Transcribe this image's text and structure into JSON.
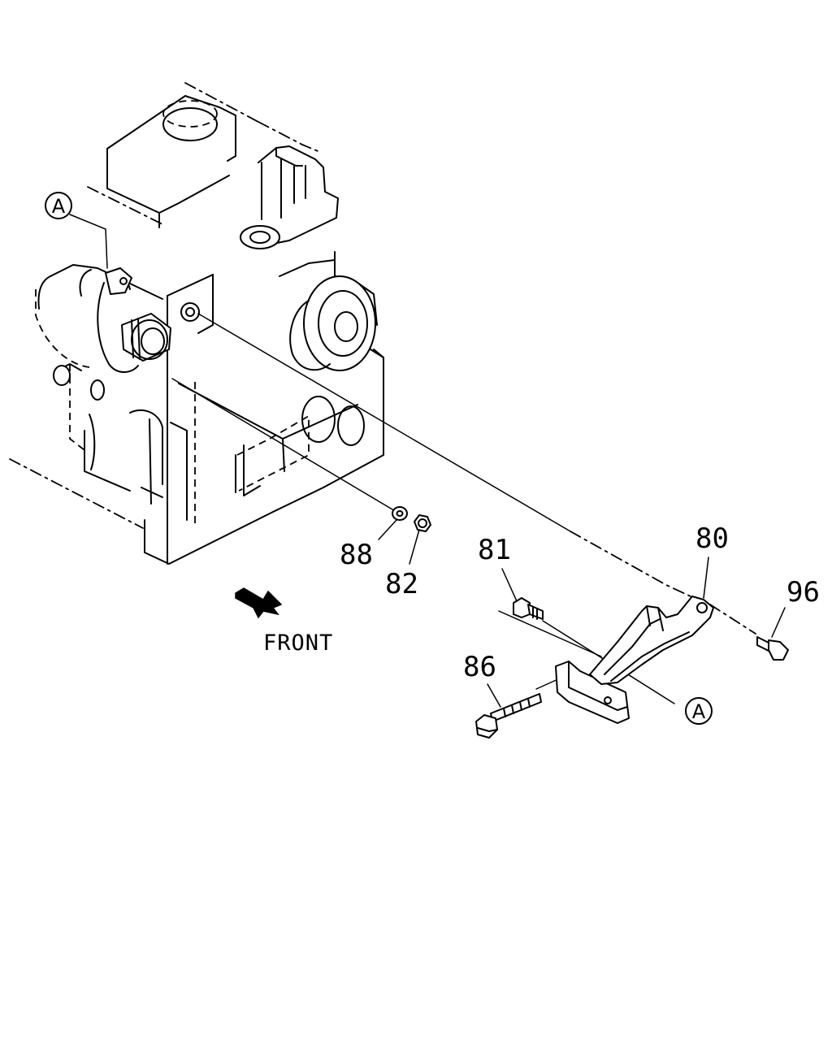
{
  "diagram": {
    "front_label": "FRONT",
    "callouts": {
      "ref_a_top": "A",
      "ref_a_bottom": "A",
      "part_80": "80",
      "part_81": "81",
      "part_82": "82",
      "part_86": "86",
      "part_88": "88",
      "part_96": "96"
    }
  }
}
